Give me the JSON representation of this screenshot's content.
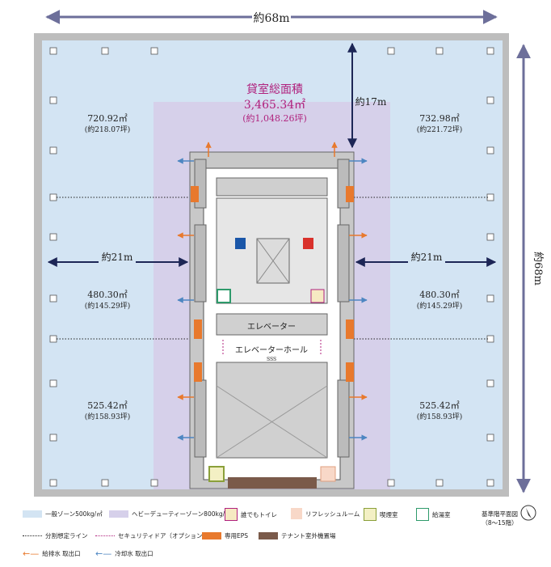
{
  "dimensions": {
    "width_top": "約68m",
    "height_right": "約68m",
    "core_to_edge_left": "約21m",
    "core_to_edge_right": "約21m",
    "core_to_top": "約17m"
  },
  "total": {
    "title": "貸室総面積",
    "area": "3,465.34㎡",
    "tsubo": "(約1,048.26坪)"
  },
  "zones": [
    {
      "area": "720.92㎡",
      "tsubo": "(約218.07坪)"
    },
    {
      "area": "732.98㎡",
      "tsubo": "(約221.72坪)"
    },
    {
      "area": "480.30㎡",
      "tsubo": "(約145.29坪)"
    },
    {
      "area": "480.30㎡",
      "tsubo": "(約145.29坪)"
    },
    {
      "area": "525.42㎡",
      "tsubo": "(約158.93坪)"
    },
    {
      "area": "525.42㎡",
      "tsubo": "(約158.93坪)"
    }
  ],
  "core": {
    "elevator": "エレベーター",
    "elevator_hall": "エレベーターホール",
    "sss": "SSS"
  },
  "legend": {
    "general": "一般ゾーン500kg/㎡",
    "heavy": "ヘビーデューティーゾーン800kg/㎡",
    "toilet": "誰でもトイレ",
    "refresh": "リフレッシュルーム",
    "smoking": "喫煙室",
    "kitchen": "給湯室",
    "split": "分割想定ライン",
    "security": "セキュリティドア（オプション）",
    "eps": "専用EPS",
    "tenant": "テナント室外機置場",
    "supply": "給排水  取出口",
    "cooling": "冷却水  取出口",
    "plan_title": "基準階平面図",
    "plan_floors": "（8～15階）"
  },
  "colors": {
    "general": "#d3e4f3",
    "heavy": "#d6d0ea",
    "eps": "#e8792d",
    "tenant": "#7a5a4a",
    "supply": "#e8792d",
    "cooling": "#4d86c2",
    "dim": "#6d6f9a",
    "magenta": "#b0217d"
  }
}
